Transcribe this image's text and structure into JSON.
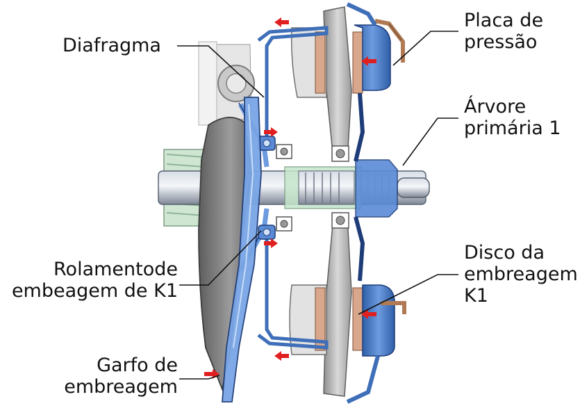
{
  "labels": {
    "diafragma": "Diafragma",
    "placa_line1": "Placa de",
    "placa_line2": "pressão",
    "arvore_line1": "Árvore",
    "arvore_line2": "primária 1",
    "rolamento_line1": "Rolamentode",
    "rolamento_line2": "embeagem de K1",
    "disco_line1": "Disco da",
    "disco_line2": "embreagem",
    "disco_line3": "K1",
    "garfo_line1": "Garfo de",
    "garfo_line2": "embreagem"
  },
  "colors": {
    "blue_part": "#4a7ec8",
    "blue_light": "#9dbbe6",
    "grey_part": "#b9b9b9",
    "grey_dark": "#7d7d7d",
    "friction": "#d9a88c",
    "shaft_green": "#bfe0c5",
    "arrow_red": "#e02020",
    "leader": "#111111"
  },
  "icons": {
    "force_arrow": "red-arrow-icon"
  }
}
